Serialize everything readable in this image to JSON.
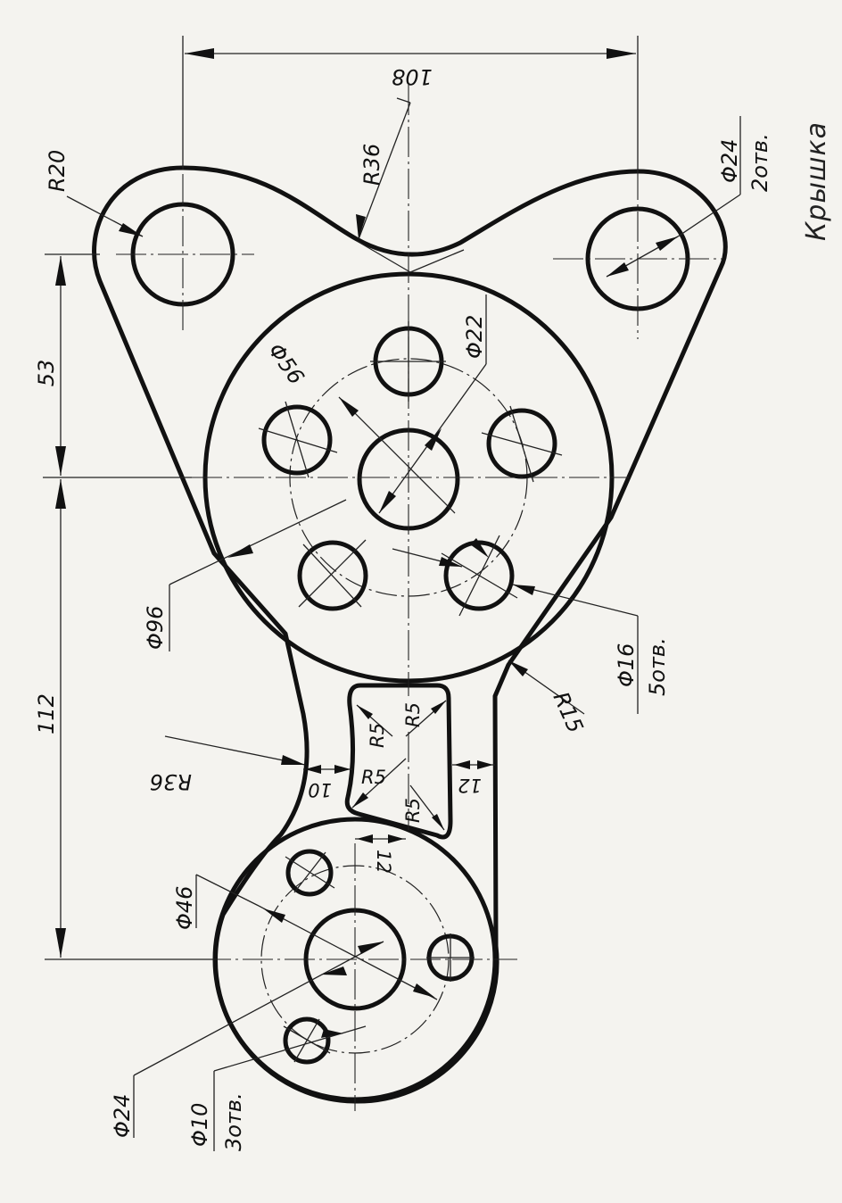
{
  "title": "Крышка",
  "dimensions": {
    "width_total": "108",
    "r36_top": "R36",
    "r20": "R20",
    "holes_top_dia": "Φ24",
    "holes_top_count": "2отв.",
    "v53": "53",
    "v112": "112",
    "d22": "Φ22",
    "d56": "Φ56",
    "d96": "Φ96",
    "d16": "Φ16",
    "d16_count": "5отв.",
    "r15": "R15",
    "r36_side": "R36",
    "r5_a": "R5",
    "r5_b": "R5",
    "r5_c": "R5",
    "r5_d": "R5",
    "w10": "10",
    "w12_right": "12",
    "w12_small": "12",
    "d46": "Φ46",
    "d24_bottom": "Φ24",
    "d10": "Φ10",
    "d10_count": "3отв."
  }
}
